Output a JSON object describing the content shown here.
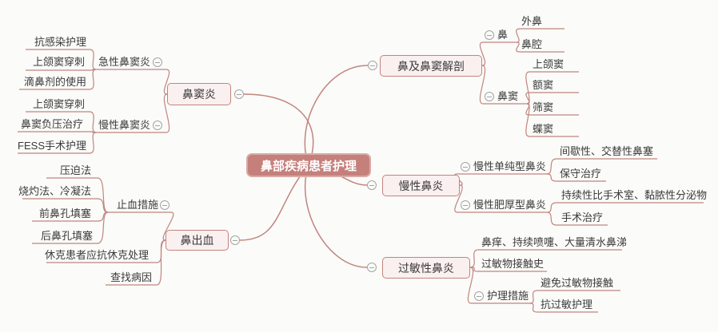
{
  "root": {
    "label": "鼻部疾病患者护理"
  },
  "colors": {
    "root_fill": "#c5807c",
    "root_border": "#d9aba7",
    "box_fill": "#faf0ef",
    "box_border": "#c4837f",
    "line": "#c0857f",
    "text": "#3b3b3b",
    "icon": "#a3a3a3",
    "background": "#fbfbf9"
  },
  "branches": {
    "anatomy": {
      "label": "鼻及鼻窦解剖",
      "nose": {
        "label": "鼻",
        "children": [
          "外鼻",
          "鼻腔"
        ]
      },
      "sinus": {
        "label": "鼻窦",
        "children": [
          "上颌窦",
          "额窦",
          "筛窦",
          "蝶窦"
        ]
      }
    },
    "chronic_rhinitis": {
      "label": "慢性鼻炎",
      "simple": {
        "label": "慢性单纯型鼻炎",
        "children": [
          "间歇性、交替性鼻塞",
          "保守治疗"
        ]
      },
      "hypertrophic": {
        "label": "慢性肥厚型鼻炎",
        "children": [
          "持续性比手术室、黏脓性分泌物",
          "手术治疗"
        ]
      }
    },
    "allergic": {
      "label": "过敏性鼻炎",
      "symptom": "鼻痒、持续喷嚏、大量清水鼻涕",
      "history": "过敏物接触史",
      "care": {
        "label": "护理措施",
        "children": [
          "避免过敏物接触",
          "抗过敏护理"
        ]
      }
    },
    "sinusitis": {
      "label": "鼻窦炎",
      "acute": {
        "label": "急性鼻窦炎",
        "children": [
          "抗感染护理",
          "上颌窦穿刺",
          "滴鼻剂的使用"
        ]
      },
      "chronic": {
        "label": "慢性鼻窦炎",
        "children": [
          "上颌窦穿刺",
          "鼻窦负压治疗",
          "FESS手术护理"
        ]
      }
    },
    "epistaxis": {
      "label": "鼻出血",
      "hemostasis": {
        "label": "止血措施",
        "children": [
          "压迫法",
          "烧灼法、冷凝法",
          "前鼻孔填塞",
          "后鼻孔填塞"
        ]
      },
      "shock": "休克患者应抗休克处理",
      "cause": "查找病因"
    }
  }
}
